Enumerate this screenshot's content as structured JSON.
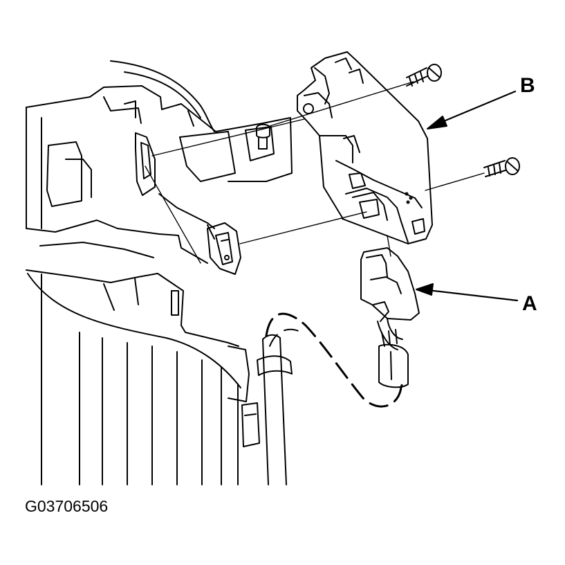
{
  "callouts": {
    "b": "B",
    "a": "A"
  },
  "figure_code": "G03706506",
  "colors": {
    "ink": "#000000",
    "paper": "#ffffff"
  }
}
